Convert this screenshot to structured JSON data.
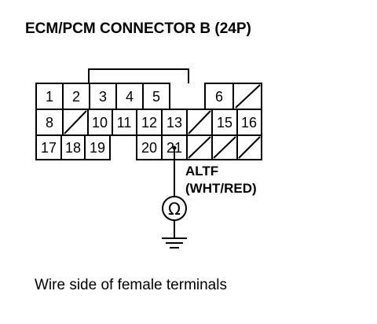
{
  "title": "ECM/PCM CONNECTOR B (24P)",
  "caption": "Wire side of female terminals",
  "wire": {
    "name": "ALTF",
    "color": "(WHT/RED)"
  },
  "connector": {
    "rows": [
      [
        {
          "label": "1"
        },
        {
          "label": "2"
        },
        {
          "label": "3"
        },
        {
          "label": "4"
        },
        {
          "label": "5"
        },
        {
          "gap": true
        },
        {
          "label": "6"
        },
        {
          "empty": true
        }
      ],
      [
        {
          "label": "8"
        },
        {
          "empty": true
        },
        {
          "label": "10"
        },
        {
          "label": "11"
        },
        {
          "label": "12"
        },
        {
          "label": "13"
        },
        {
          "empty": true
        },
        {
          "label": "15"
        },
        {
          "label": "16"
        }
      ],
      [
        {
          "label": "17"
        },
        {
          "label": "18"
        },
        {
          "label": "19"
        },
        {
          "gap": true
        },
        {
          "label": "20"
        },
        {
          "label": "21"
        },
        {
          "empty": true
        },
        {
          "empty": true
        },
        {
          "empty": true
        }
      ]
    ],
    "highlighted_pin": "21"
  },
  "meter_symbol": "Ω",
  "colors": {
    "line": "#000000",
    "background": "#ffffff"
  }
}
